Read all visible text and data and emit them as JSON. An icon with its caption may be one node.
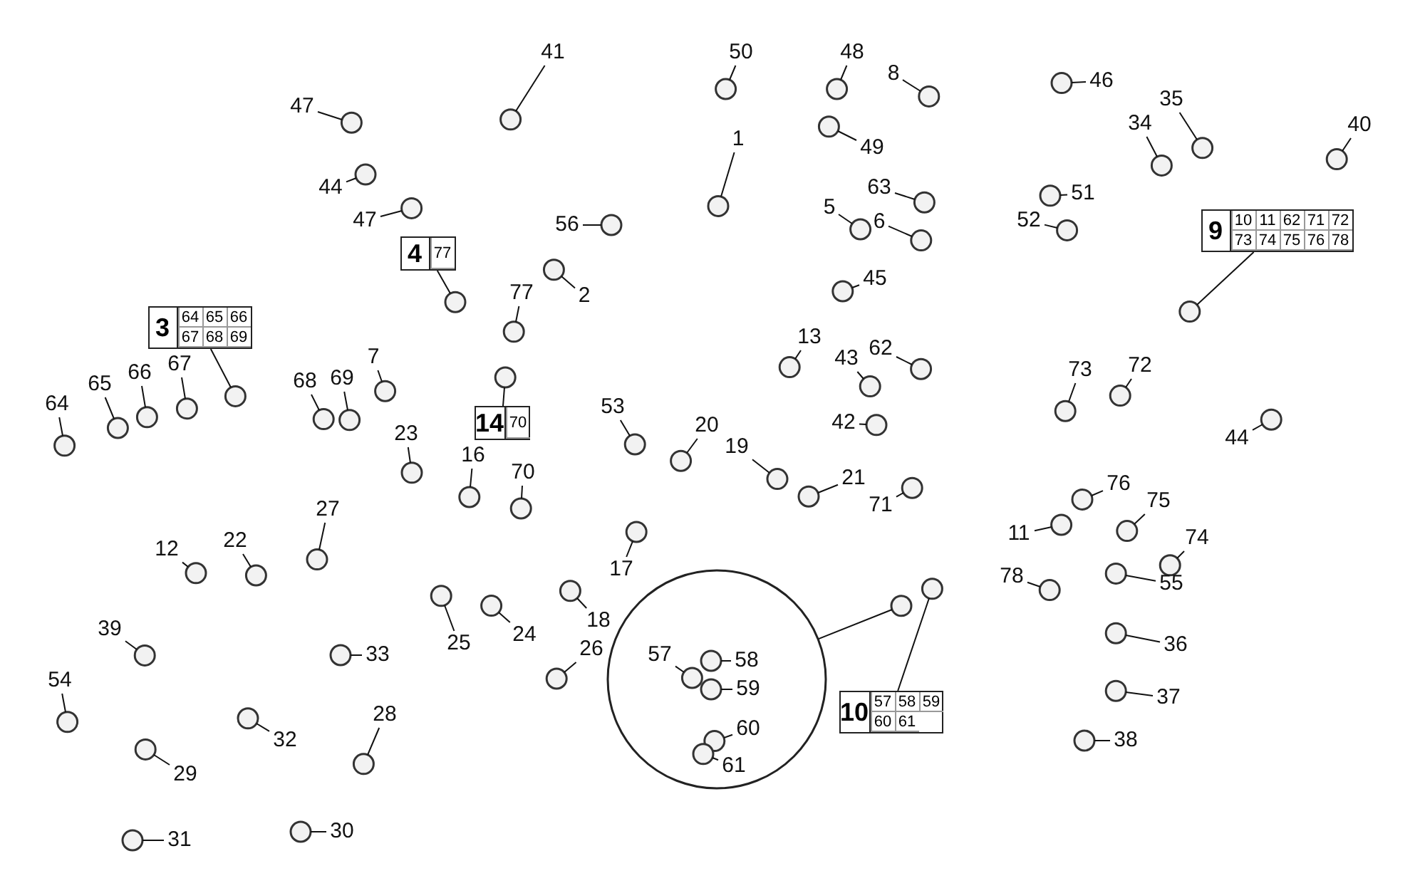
{
  "diagram": {
    "nodes": [
      {
        "text": [
          "47"
        ]
      },
      {
        "text": [
          "41"
        ]
      },
      {
        "text": [
          "50"
        ]
      },
      {
        "text": [
          "48"
        ]
      },
      {
        "text": [
          "8"
        ]
      },
      {
        "text": [
          "46"
        ]
      },
      {
        "text": [
          "34"
        ]
      },
      {
        "text": [
          "35"
        ]
      },
      {
        "text": [
          "44"
        ]
      },
      {
        "text": [
          "47"
        ]
      },
      {
        "text": [
          "56"
        ]
      },
      {
        "text": [
          "1"
        ]
      },
      {
        "text": [
          "49"
        ]
      },
      {
        "text": [
          "63"
        ]
      },
      {
        "text": [
          "51"
        ]
      },
      {
        "text": [
          "5"
        ]
      },
      {
        "text": [
          "6"
        ]
      },
      {
        "text": [
          "52"
        ]
      },
      {
        "text": [
          "9",
          "10",
          "11",
          "62",
          "71",
          "72",
          "73",
          "74",
          "75",
          "76",
          "78"
        ]
      },
      {
        "text": [
          "40"
        ]
      },
      {
        "text": [
          "4",
          "77"
        ]
      },
      {
        "text": [
          "45"
        ]
      },
      {
        "text": [
          "2"
        ]
      },
      {
        "text": [
          "77"
        ]
      },
      {
        "text": [
          "3",
          "64",
          "65",
          "66",
          "67",
          "68",
          "69"
        ]
      },
      {
        "text": [
          "64"
        ]
      },
      {
        "text": [
          "65"
        ]
      },
      {
        "text": [
          "66"
        ]
      },
      {
        "text": [
          "67"
        ]
      },
      {
        "text": [
          "68"
        ]
      },
      {
        "text": [
          "69"
        ]
      },
      {
        "text": [
          "7"
        ]
      },
      {
        "text": [
          "62"
        ]
      },
      {
        "text": [
          "13"
        ]
      },
      {
        "text": [
          "43"
        ]
      },
      {
        "text": [
          "73"
        ]
      },
      {
        "text": [
          "72"
        ]
      },
      {
        "text": [
          "44"
        ]
      },
      {
        "text": [
          "14",
          "70"
        ]
      },
      {
        "text": [
          "53"
        ]
      },
      {
        "text": [
          "20"
        ]
      },
      {
        "text": [
          "19"
        ]
      },
      {
        "text": [
          "42"
        ]
      },
      {
        "text": [
          "21"
        ]
      },
      {
        "text": [
          "71"
        ]
      },
      {
        "text": [
          "16"
        ]
      },
      {
        "text": [
          "70"
        ]
      },
      {
        "text": [
          "23"
        ]
      },
      {
        "text": [
          "27"
        ]
      },
      {
        "text": [
          "22"
        ]
      },
      {
        "text": [
          "12"
        ]
      },
      {
        "text": [
          "39"
        ]
      },
      {
        "text": [
          "54"
        ]
      },
      {
        "text": [
          "17"
        ]
      },
      {
        "text": [
          "18"
        ]
      },
      {
        "text": [
          "26"
        ]
      },
      {
        "text": [
          "24"
        ]
      },
      {
        "text": [
          "25"
        ]
      },
      {
        "text": [
          "33"
        ]
      },
      {
        "text": [
          "76"
        ]
      },
      {
        "text": [
          "75"
        ]
      },
      {
        "text": [
          "74"
        ]
      },
      {
        "text": [
          "11"
        ]
      },
      {
        "text": [
          "78"
        ]
      },
      {
        "text": [
          "55"
        ]
      },
      {
        "text": [
          "36"
        ]
      },
      {
        "text": [
          "37"
        ]
      },
      {
        "text": [
          "38"
        ]
      },
      {
        "text": [],
        "shape": "circle"
      },
      {
        "text": [
          "57"
        ],
        "in": 68
      },
      {
        "text": [
          "58"
        ],
        "in": 68
      },
      {
        "text": [
          "59"
        ],
        "in": 68
      },
      {
        "text": [
          "60"
        ],
        "in": 68
      },
      {
        "text": [
          "61"
        ],
        "in": 68
      },
      {
        "text": [
          "10",
          "57",
          "58",
          "59",
          "60",
          "61"
        ]
      },
      {
        "text": [
          "28"
        ]
      },
      {
        "text": [
          "32"
        ]
      },
      {
        "text": [
          "29"
        ]
      },
      {
        "text": [
          "30"
        ]
      },
      {
        "text": [
          "31"
        ]
      }
    ],
    "edges": [
      {
        "from": 0,
        "to": null,
        "arrow": "none"
      },
      {
        "from": 1,
        "to": null,
        "arrow": "none"
      },
      {
        "from": 2,
        "to": null,
        "arrow": "none"
      },
      {
        "from": 3,
        "to": null,
        "arrow": "none"
      },
      {
        "from": 4,
        "to": null,
        "arrow": "none"
      },
      {
        "from": 5,
        "to": null,
        "arrow": "none"
      },
      {
        "from": 6,
        "to": null,
        "arrow": "none"
      },
      {
        "from": 7,
        "to": null,
        "arrow": "none"
      },
      {
        "from": 8,
        "to": null,
        "arrow": "none"
      },
      {
        "from": 9,
        "to": null,
        "arrow": "none"
      },
      {
        "from": 10,
        "to": null,
        "arrow": "none"
      },
      {
        "from": 11,
        "to": null,
        "arrow": "none"
      },
      {
        "from": 12,
        "to": null,
        "arrow": "none"
      },
      {
        "from": 13,
        "to": null,
        "arrow": "none"
      },
      {
        "from": 14,
        "to": null,
        "arrow": "none"
      },
      {
        "from": 15,
        "to": null,
        "arrow": "none"
      },
      {
        "from": 16,
        "to": null,
        "arrow": "none"
      },
      {
        "from": 17,
        "to": null,
        "arrow": "none"
      },
      {
        "from": 18,
        "to": null,
        "arrow": "none"
      },
      {
        "from": 19,
        "to": null,
        "arrow": "none"
      },
      {
        "from": 20,
        "to": null,
        "arrow": "none"
      },
      {
        "from": 21,
        "to": null,
        "arrow": "none"
      },
      {
        "from": 22,
        "to": null,
        "arrow": "none"
      },
      {
        "from": 23,
        "to": null,
        "arrow": "none"
      },
      {
        "from": 24,
        "to": null,
        "arrow": "none"
      },
      {
        "from": 25,
        "to": null,
        "arrow": "none"
      },
      {
        "from": 26,
        "to": null,
        "arrow": "none"
      },
      {
        "from": 27,
        "to": null,
        "arrow": "none"
      },
      {
        "from": 28,
        "to": null,
        "arrow": "none"
      },
      {
        "from": 29,
        "to": null,
        "arrow": "none"
      },
      {
        "from": 30,
        "to": null,
        "arrow": "none"
      },
      {
        "from": 31,
        "to": null,
        "arrow": "none"
      },
      {
        "from": 32,
        "to": null,
        "arrow": "none"
      },
      {
        "from": 33,
        "to": null,
        "arrow": "none"
      },
      {
        "from": 34,
        "to": null,
        "arrow": "none"
      },
      {
        "from": 35,
        "to": null,
        "arrow": "none"
      },
      {
        "from": 36,
        "to": null,
        "arrow": "none"
      },
      {
        "from": 37,
        "to": null,
        "arrow": "none"
      },
      {
        "from": 38,
        "to": null,
        "arrow": "none"
      },
      {
        "from": 39,
        "to": null,
        "arrow": "none"
      },
      {
        "from": 40,
        "to": null,
        "arrow": "none"
      },
      {
        "from": 41,
        "to": null,
        "arrow": "none"
      },
      {
        "from": 42,
        "to": null,
        "arrow": "none"
      },
      {
        "from": 43,
        "to": null,
        "arrow": "none"
      },
      {
        "from": 44,
        "to": null,
        "arrow": "none"
      },
      {
        "from": 45,
        "to": null,
        "arrow": "none"
      },
      {
        "from": 46,
        "to": null,
        "arrow": "none"
      },
      {
        "from": 47,
        "to": null,
        "arrow": "none"
      },
      {
        "from": 48,
        "to": null,
        "arrow": "none"
      },
      {
        "from": 49,
        "to": null,
        "arrow": "none"
      },
      {
        "from": 50,
        "to": null,
        "arrow": "none"
      },
      {
        "from": 51,
        "to": null,
        "arrow": "none"
      },
      {
        "from": 52,
        "to": null,
        "arrow": "none"
      },
      {
        "from": 53,
        "to": null,
        "arrow": "none"
      },
      {
        "from": 54,
        "to": null,
        "arrow": "none"
      },
      {
        "from": 55,
        "to": null,
        "arrow": "none"
      },
      {
        "from": 56,
        "to": null,
        "arrow": "none"
      },
      {
        "from": 57,
        "to": null,
        "arrow": "none"
      },
      {
        "from": 58,
        "to": null,
        "arrow": "none"
      },
      {
        "from": 59,
        "to": null,
        "arrow": "none"
      },
      {
        "from": 60,
        "to": null,
        "arrow": "none"
      },
      {
        "from": 61,
        "to": null,
        "arrow": "none"
      },
      {
        "from": 62,
        "to": null,
        "arrow": "none"
      },
      {
        "from": 63,
        "to": null,
        "arrow": "none"
      },
      {
        "from": 64,
        "to": null,
        "arrow": "none"
      },
      {
        "from": 65,
        "to": null,
        "arrow": "none"
      },
      {
        "from": 66,
        "to": null,
        "arrow": "none"
      },
      {
        "from": 67,
        "to": null,
        "arrow": "none"
      },
      {
        "from": 68,
        "to": null,
        "arrow": "none"
      },
      {
        "from": 69,
        "to": null,
        "arrow": "none"
      },
      {
        "from": 70,
        "to": null,
        "arrow": "none"
      },
      {
        "from": 71,
        "to": null,
        "arrow": "none"
      },
      {
        "from": 72,
        "to": null,
        "arrow": "none"
      },
      {
        "from": 73,
        "to": null,
        "arrow": "none"
      },
      {
        "from": 74,
        "to": null,
        "arrow": "none"
      },
      {
        "from": 75,
        "to": null,
        "arrow": "none"
      },
      {
        "from": 76,
        "to": null,
        "arrow": "none"
      },
      {
        "from": 77,
        "to": null,
        "arrow": "none"
      },
      {
        "from": 78,
        "to": null,
        "arrow": "none"
      },
      {
        "from": 79,
        "to": null,
        "arrow": "none"
      }
    ]
  }
}
